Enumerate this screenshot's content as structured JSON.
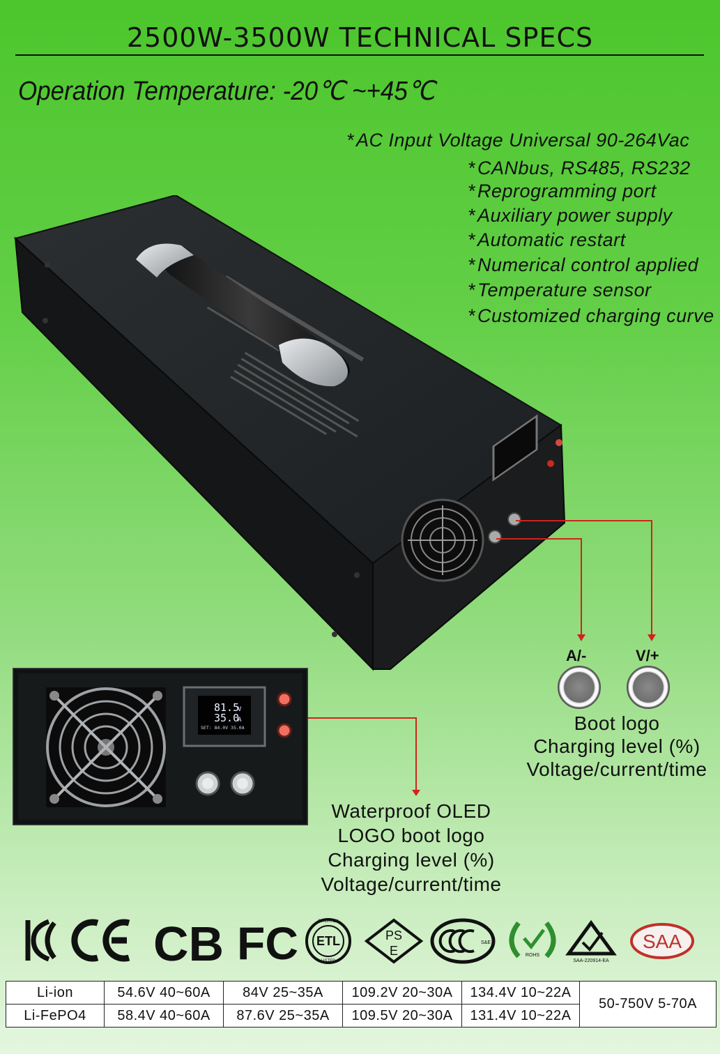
{
  "header": {
    "title": "2500W-3500W  TECHNICAL SPECS",
    "operation_temp": "Operation Temperature: -20℃ ~+45℃"
  },
  "features": [
    "AC Input Voltage Universal 90-264Vac",
    "CANbus, RS485, RS232",
    "Reprogramming port",
    "Auxiliary power supply",
    "Automatic restart",
    "Numerical control applied",
    "Temperature sensor",
    "Customized charging curve"
  ],
  "feature_bullet": "*",
  "terminals": {
    "a_label": "A/-",
    "v_label": "V/+",
    "captions": [
      "Boot logo",
      "Charging level (%)",
      "Voltage/current/time"
    ]
  },
  "display_callout": {
    "captions": [
      "Waterproof OLED",
      "LOGO boot logo",
      "Charging level (%)",
      "Voltage/current/time"
    ]
  },
  "oled": {
    "line1": "81.5",
    "unit1": "V",
    "line2": "35.0",
    "unit2": "A",
    "line3": "SET: 84.0V  35.0A"
  },
  "certifications": [
    "KC",
    "CE",
    "CB",
    "FC",
    "ETL",
    "PSE",
    "CCC",
    "ROHS",
    "RCM",
    "SAA"
  ],
  "cert_labels": {
    "cb": "CB",
    "fc": "FC",
    "etl": "ETL",
    "etl_ring_top": "INTERTEK",
    "etl_ring_bottom": "LISTED",
    "pse_top": "PS",
    "pse_bottom": "E",
    "ccc_mark": "S&E",
    "rohs": "ROHS",
    "rcm_code": "SAA-220914-EA",
    "saa": "SAA"
  },
  "spec_table": {
    "rows": [
      {
        "chem": "Li-ion",
        "cells": [
          "54.6V 40~60A",
          "84V 25~35A",
          "109.2V 20~30A",
          "134.4V 10~22A"
        ]
      },
      {
        "chem": "Li-FePO4",
        "cells": [
          "58.4V 40~60A",
          "87.6V 25~35A",
          "109.5V 20~30A",
          "131.4V 10~22A"
        ]
      }
    ],
    "range": "50-750V  5-70A"
  },
  "colors": {
    "background_top": "#4cc62c",
    "background_bottom": "#e4f6df",
    "callout_line": "#d0231c",
    "charger_body": "#1f2224"
  }
}
